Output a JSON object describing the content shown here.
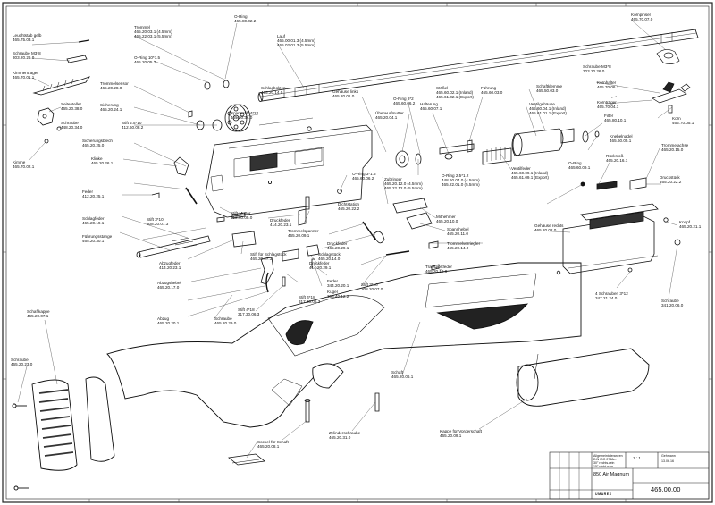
{
  "title_block": {
    "scale": "1 : 1",
    "designer": "Gehmann",
    "date": "13.06.16",
    "sheet_title": "850 Air Magnum",
    "drawing_number": "465.00.00",
    "tolerances": "Allgemeintoleranzen\nDIN ISO 2768m",
    "thread_note": "30° rechts-rein\n15° rückt runs",
    "company": "UMAREX"
  },
  "parts": [
    {
      "id": "leuchtstab",
      "text": "Leuchtstab gelb\n465.75.03.1"
    },
    {
      "id": "schraube-m3",
      "text": "Schraube M3*8\n303.20.26.0"
    },
    {
      "id": "kimmentraeger",
      "text": "Kimmenträger\n465.70.01.1"
    },
    {
      "id": "seitenteller",
      "text": "Seitenteller\n465.20.38.0"
    },
    {
      "id": "schraube-1",
      "text": "Schraube\n448.20.34.0"
    },
    {
      "id": "kimme",
      "text": "Kimme\n465.70.02.1"
    },
    {
      "id": "trommel",
      "text": "Trommel\n465.20.03.1 (4.5mm)\n465.22.03.1 (5.5mm)"
    },
    {
      "id": "o-ring-top",
      "text": "O-Ring\n465.80.02.2"
    },
    {
      "id": "lauf",
      "text": "Lauf\n465.00.01.3 (4.5mm)\n465.02.01.3 (5.5mm)"
    },
    {
      "id": "kornpinsel",
      "text": "Kornpinsel\n465.70.07.0"
    },
    {
      "id": "o-ring-10",
      "text": "O-Ring 10*1.5\n465.20.05.2"
    },
    {
      "id": "trommelsenor",
      "text": "Trommelsensor\n465.20.28.0"
    },
    {
      "id": "sicherung",
      "text": "Sicherung\n465.20.24.1"
    },
    {
      "id": "stift",
      "text": "Stift 2.5*10\n412.60.08.2"
    },
    {
      "id": "sicherungsblech",
      "text": "Sicherungsblech\n465.20.25.0"
    },
    {
      "id": "kinke",
      "text": "Klinke\n465.20.26.1"
    },
    {
      "id": "feder-1",
      "text": "Feder\n412.20.25.1"
    },
    {
      "id": "spannstift",
      "text": "Spannstift 4*22\n465.20.34.0"
    },
    {
      "id": "gehaeuse-links",
      "text": "Gehäuse links\n465.20.01.0"
    },
    {
      "id": "ueberwurfmutter",
      "text": "Überwurfmutter\n465.20.04.1"
    },
    {
      "id": "o-ring-8",
      "text": "O-Ring 8*2\n465.60.06.2"
    },
    {
      "id": "stoessel",
      "text": "Stößel\n465.60.02.1 (Inland)\n465.61.02.1 (Export)"
    },
    {
      "id": "halterung",
      "text": "Halterung\n465.60.07.1"
    },
    {
      "id": "fuehrung",
      "text": "Führung\n465.60.03.0"
    },
    {
      "id": "schaftklemme",
      "text": "Schaftklemme\n465.50.03.0"
    },
    {
      "id": "schraube-m3b",
      "text": "Schraube M3*8\n303.20.26.0"
    },
    {
      "id": "ventilgehaeuse",
      "text": "Ventilgehäuse\n465.60.04.1 (Inland)\n465.61.01.1 (Export)"
    },
    {
      "id": "kornhalter",
      "text": "Kornhalter\n465.70.06.1"
    },
    {
      "id": "korntraeger",
      "text": "Kornträger\n465.70.04.1"
    },
    {
      "id": "filter",
      "text": "Filter\n465.80.10.1"
    },
    {
      "id": "korn",
      "text": "Korn\n465.70.05.1"
    },
    {
      "id": "knebelnadel",
      "text": "Knebelnadel\n465.60.05.1"
    },
    {
      "id": "trommelachse",
      "text": "Trommelachse\n465.20.15.0"
    },
    {
      "id": "o-ring-3",
      "text": "O-Ring 3*1.5\n465.60.06.2"
    },
    {
      "id": "zubringer",
      "text": "Zubringer\n465.20.12.0 (4.5mm)\n465.22.12.0 (5.5mm)"
    },
    {
      "id": "ventilfeder",
      "text": "Ventilfeder\n465.60.09.1 (Inland)\n465.61.09.1 (Export)"
    },
    {
      "id": "o-ring-ventil",
      "text": "O-Ring\n465.60.09.1"
    },
    {
      "id": "o-ring-2",
      "text": "O-Ring 2.5*1.2\n448.60.04.0 (4.5mm)\n465.22.01.0 (5.5mm)"
    },
    {
      "id": "ruckstift",
      "text": "Rückstoß\n465.20.16.1"
    },
    {
      "id": "druckstueck",
      "text": "Druckstück\n465.20.22.2"
    },
    {
      "id": "dichtstation",
      "text": "Dichtstation\n465.20.22.2"
    },
    {
      "id": "stift-mutter",
      "text": "Stift-Mutter\n412.60.05.0"
    },
    {
      "id": "druckfeder-1",
      "text": "Druckfeder\n414.20.23.1"
    },
    {
      "id": "schlagfeder",
      "text": "Schlagfeder\n465.20.19.1"
    },
    {
      "id": "stift-3",
      "text": "Stift 3*10\n308.20.07.3"
    },
    {
      "id": "trommelspanner",
      "text": "Trommelspanner\n465.20.09.1"
    },
    {
      "id": "fuehrungsstange",
      "text": "Führungsstange\n465.20.30.1"
    },
    {
      "id": "mitnehmer",
      "text": "Mitnehmer\n465.20.10.0"
    },
    {
      "id": "spannhebel",
      "text": "Spannhebel\n465.20.11.0"
    },
    {
      "id": "gehaeuse-rechts",
      "text": "Gehäuse rechts\n465.20.02.0"
    },
    {
      "id": "knopf",
      "text": "Knopf\n465.20.21.1"
    },
    {
      "id": "trommelverriegler",
      "text": "Trommelverriegler\n465.20.14.0"
    },
    {
      "id": "druckfeder-2",
      "text": "Druckfeder\n465.20.29.1"
    },
    {
      "id": "schlagstueck",
      "text": "Schlagstück\n465.20.14.0"
    },
    {
      "id": "druckfeder-3",
      "text": "Druckfeder\n414.20.29.1"
    },
    {
      "id": "stift-schlag",
      "text": "Stift für Schlagstück\n465.20.27.3"
    },
    {
      "id": "transportfeder",
      "text": "Transportfeder\n465.20.19.0"
    },
    {
      "id": "stift-3-10b",
      "text": "Stift 3*10\n308.20.07.0"
    },
    {
      "id": "abzugfeder",
      "text": "Abzugfeder\n414.20.23.1"
    },
    {
      "id": "feder-2",
      "text": "Feder\n344.20.20.1"
    },
    {
      "id": "kugel",
      "text": "Kugel\n308.40.12.2"
    },
    {
      "id": "vier-schrauben",
      "text": "4 Schrauben 3*12\n347.21.24.0"
    },
    {
      "id": "schraube-2",
      "text": "Schraube\n341.20.06.0"
    },
    {
      "id": "abzugshebel",
      "text": "Abzugshebel\n465.20.17.0"
    },
    {
      "id": "stift-4-18",
      "text": "Stift 4*18\n317.30.06.3"
    },
    {
      "id": "stift-4-18b",
      "text": "Stift 4*18\n317.30.06.3"
    },
    {
      "id": "abzug",
      "text": "Abzug\n465.20.20.1"
    },
    {
      "id": "schraube-3",
      "text": "Schraube\n465.20.29.0"
    },
    {
      "id": "schaftkappe",
      "text": "Schaftkappe\n465.20.07.1"
    },
    {
      "id": "schaft",
      "text": "Schaft\n465.20.06.1"
    },
    {
      "id": "schraube-4",
      "text": "Schraube\n465.20.23.0"
    },
    {
      "id": "zylinderschraube",
      "text": "Zylinderschraube\n465.20.31.0"
    },
    {
      "id": "sockel",
      "text": "Sockel für Schaft\n465.20.08.1"
    },
    {
      "id": "kappe",
      "text": "Kappe für Vorderschaft\n465.20.09.1"
    },
    {
      "id": "schlagbolzen",
      "text": "Schlagbolzen\n465.20.14.0"
    }
  ]
}
